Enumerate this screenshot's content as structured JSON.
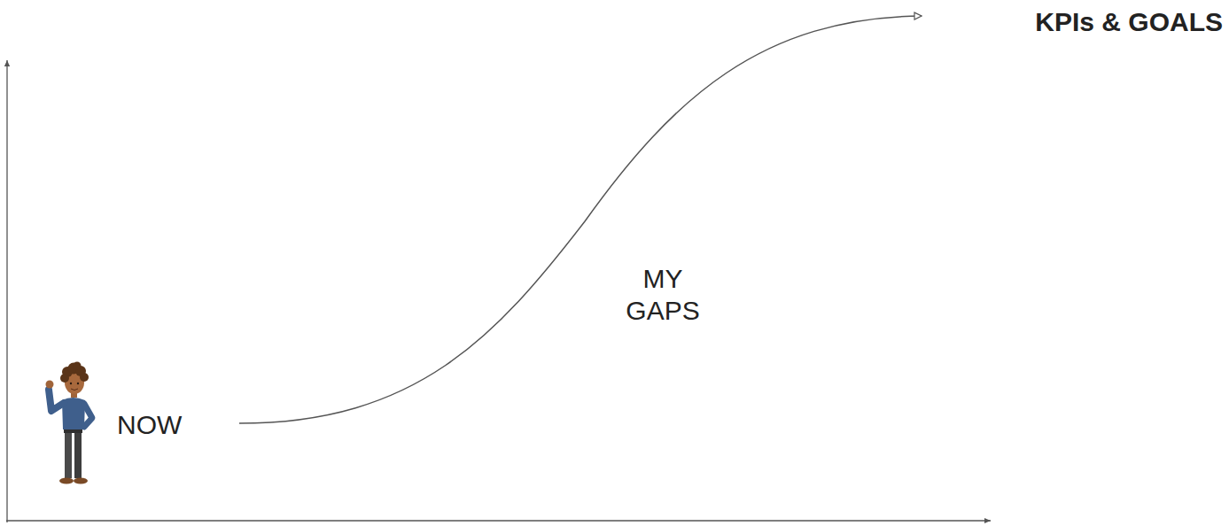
{
  "diagram": {
    "labels": [
      "NOW",
      "MY GAPS",
      "KPIs & GOALS"
    ]
  }
}
